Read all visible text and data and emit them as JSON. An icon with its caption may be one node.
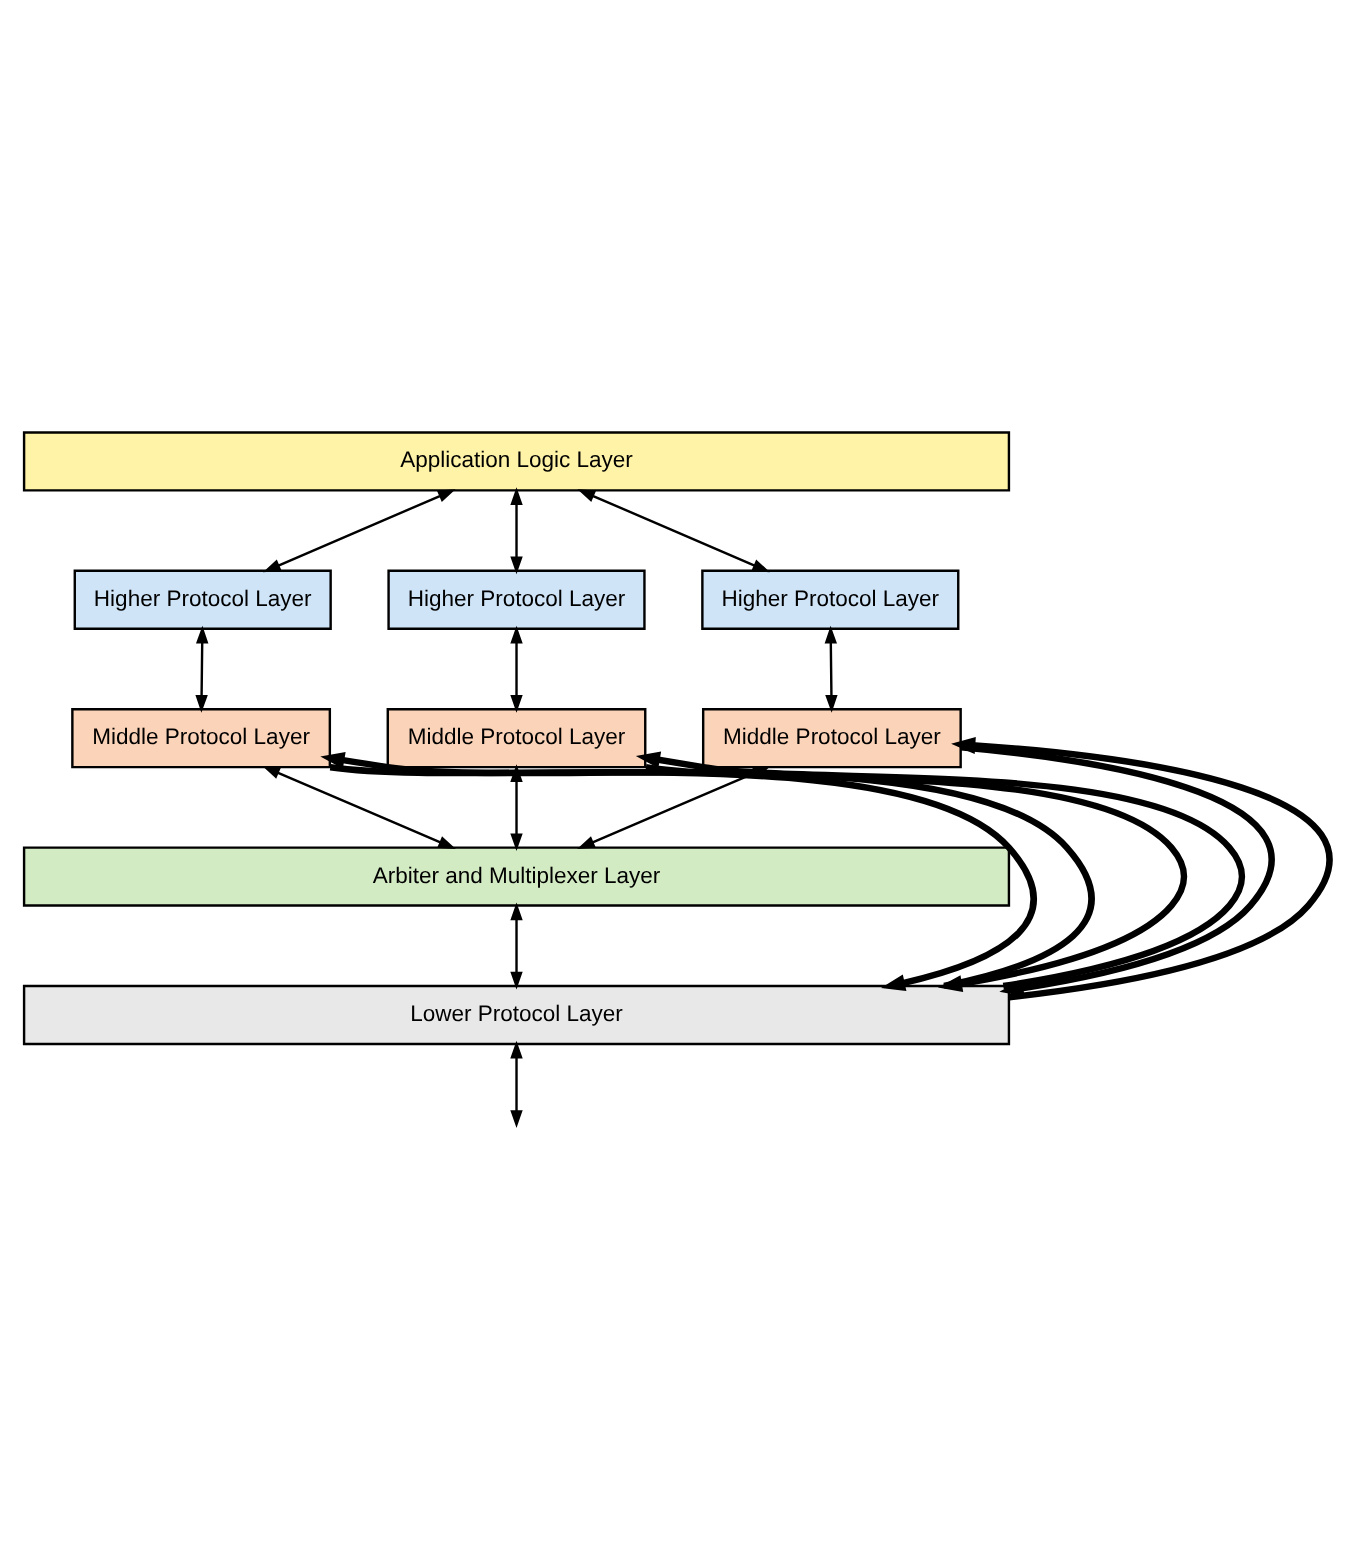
{
  "diagram": {
    "nodes": [
      {
        "text": [
          "Application Logic Layer"
        ]
      },
      {
        "text": [
          "Higher Protocol Layer"
        ]
      },
      {
        "text": [
          "Higher Protocol Layer"
        ]
      },
      {
        "text": [
          "Higher Protocol Layer"
        ]
      },
      {
        "text": [
          "Middle Protocol Layer"
        ]
      },
      {
        "text": [
          "Middle Protocol Layer"
        ]
      },
      {
        "text": [
          "Middle Protocol Layer"
        ]
      },
      {
        "text": [
          "Arbiter and Multiplexer Layer"
        ]
      },
      {
        "text": [
          "Lower Protocol Layer"
        ]
      }
    ],
    "edges": [
      {
        "from": 0,
        "to": 1,
        "arrow": "both"
      },
      {
        "from": 0,
        "to": 2,
        "arrow": "both"
      },
      {
        "from": 0,
        "to": 3,
        "arrow": "both"
      },
      {
        "from": 1,
        "to": 4,
        "arrow": "both"
      },
      {
        "from": 2,
        "to": 5,
        "arrow": "both"
      },
      {
        "from": 3,
        "to": 6,
        "arrow": "both"
      },
      {
        "from": 4,
        "to": 7,
        "arrow": "both"
      },
      {
        "from": 5,
        "to": 7,
        "arrow": "both"
      },
      {
        "from": 6,
        "to": 7,
        "arrow": "both"
      },
      {
        "from": 8,
        "to": 4,
        "arrow": "to",
        "style": "thick"
      },
      {
        "from": 4,
        "to": 8,
        "arrow": "to",
        "style": "thick"
      },
      {
        "from": 5,
        "to": 8,
        "arrow": "to",
        "style": "thick"
      },
      {
        "from": 8,
        "to": 5,
        "arrow": "to",
        "style": "thick"
      },
      {
        "from": 6,
        "to": 8,
        "arrow": "to",
        "style": "thick"
      },
      {
        "from": 8,
        "to": 6,
        "arrow": "to",
        "style": "thick"
      },
      {
        "from": 7,
        "to": 8,
        "arrow": "both"
      },
      {
        "from": 8,
        "to": null,
        "arrow": "both"
      }
    ]
  }
}
